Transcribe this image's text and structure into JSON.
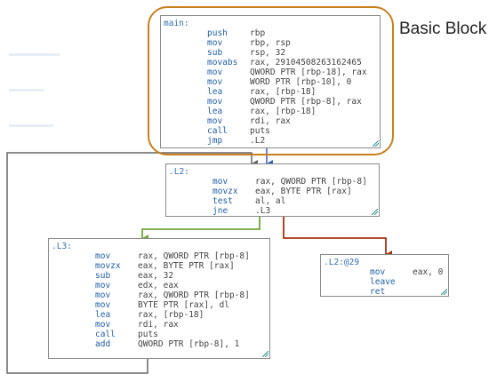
{
  "caption": "Basic Block",
  "colors": {
    "highlight": "#c87f1c",
    "edge_default": "#666666",
    "edge_fallthrough": "#3a5db8",
    "edge_true": "#6fa83a",
    "edge_false": "#a83212",
    "mnemonic": "#1f5fa8",
    "operand": "#444444"
  },
  "blocks": {
    "main": {
      "label": "main:",
      "lines": [
        {
          "op": "push",
          "args": "rbp"
        },
        {
          "op": "mov",
          "args": "rbp, rsp"
        },
        {
          "op": "sub",
          "args": "rsp, 32"
        },
        {
          "op": "movabs",
          "args": "rax, 29104508263162465"
        },
        {
          "op": "mov",
          "args": "QWORD PTR [rbp-18], rax"
        },
        {
          "op": "mov",
          "args": "WORD PTR [rbp-10], 0"
        },
        {
          "op": "lea",
          "args": "rax, [rbp-18]"
        },
        {
          "op": "mov",
          "args": "QWORD PTR [rbp-8], rax"
        },
        {
          "op": "lea",
          "args": "rax, [rbp-18]"
        },
        {
          "op": "mov",
          "args": "rdi, rax"
        },
        {
          "op": "call",
          "args": "puts"
        },
        {
          "op": "jmp",
          "args": ".L2"
        }
      ]
    },
    "l2": {
      "label": ".L2:",
      "lines": [
        {
          "op": "mov",
          "args": "rax, QWORD PTR [rbp-8]"
        },
        {
          "op": "movzx",
          "args": "eax, BYTE PTR [rax]"
        },
        {
          "op": "test",
          "args": "al, al"
        },
        {
          "op": "jne",
          "args": ".L3"
        }
      ]
    },
    "l3": {
      "label": ".L3:",
      "lines": [
        {
          "op": "mov",
          "args": "rax, QWORD PTR [rbp-8]"
        },
        {
          "op": "movzx",
          "args": "eax, BYTE PTR [rax]"
        },
        {
          "op": "sub",
          "args": "eax, 32"
        },
        {
          "op": "mov",
          "args": "edx, eax"
        },
        {
          "op": "mov",
          "args": "rax, QWORD PTR [rbp-8]"
        },
        {
          "op": "mov",
          "args": "BYTE PTR [rax], dl"
        },
        {
          "op": "lea",
          "args": "rax, [rbp-18]"
        },
        {
          "op": "mov",
          "args": "rdi, rax"
        },
        {
          "op": "call",
          "args": "puts"
        },
        {
          "op": "add",
          "args": "QWORD PTR [rbp-8], 1"
        }
      ]
    },
    "l2_29": {
      "label": ".L2:@29",
      "lines": [
        {
          "op": "mov",
          "args": "eax, 0"
        },
        {
          "op": "leave",
          "args": ""
        },
        {
          "op": "ret",
          "args": ""
        }
      ]
    }
  }
}
